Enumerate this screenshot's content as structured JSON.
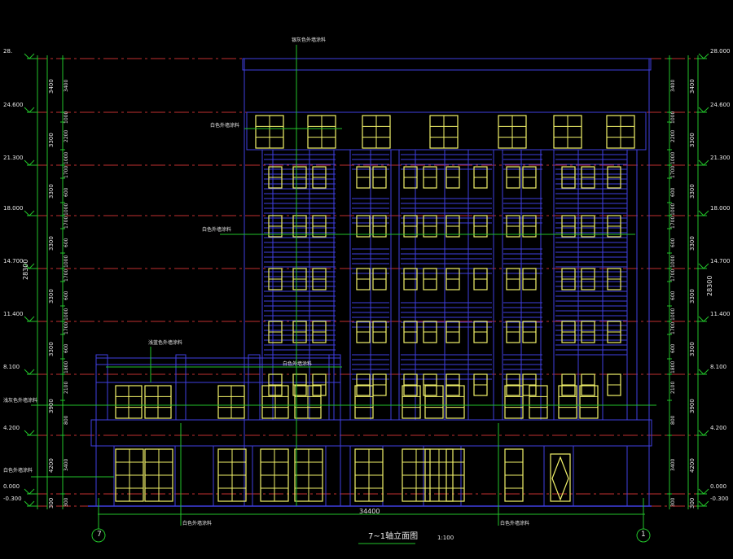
{
  "drawing": {
    "title": "7~1轴立面图",
    "scale": "1:100"
  },
  "elevations_left": [
    "28.",
    "24.600",
    "21.300",
    "18.000",
    "14.700",
    "11.400",
    "8.100",
    "4.200",
    "0.000",
    "-0.300"
  ],
  "elevations_right": [
    "28.000",
    "24.600",
    "21.300",
    "18.000",
    "14.700",
    "11.400",
    "8.100",
    "4.200",
    "0.000",
    "-0.300"
  ],
  "dims_left_inner": [
    "3400",
    "3300",
    "3300",
    "3300",
    "3300",
    "3300",
    "3900",
    "4200",
    "300"
  ],
  "dims_left_fine": [
    "3400",
    "1000",
    "2200",
    "1000",
    "1700",
    "600",
    "1000",
    "1700",
    "600",
    "1000",
    "1700",
    "600",
    "1000",
    "1700",
    "600",
    "1800",
    "2100",
    "800",
    "3400",
    "300"
  ],
  "dims_right_fine": [
    "3400",
    "1000",
    "2200",
    "1000",
    "1700",
    "600",
    "1000",
    "1700",
    "600",
    "1000",
    "1700",
    "600",
    "1000",
    "1700",
    "600",
    "1800",
    "2100",
    "800",
    "3400",
    "300"
  ],
  "dims_right_inner": [
    "3400",
    "3300",
    "3300",
    "3300",
    "3300",
    "3300",
    "3900",
    "4200",
    "300"
  ],
  "total_height_left": "28300",
  "total_height_right": "28300",
  "total_width": "34400",
  "axis_left": "7",
  "axis_right": "1",
  "annotations": {
    "top_paint": "银灰色外墙涂料",
    "upper_paint": "白色外墙涂料",
    "mid_paint": "白色外墙涂料",
    "podium_paint": "浅蓝色外墙涂料",
    "podium_rail": "白色外墙涂料",
    "left_wall_paint": "浅灰色外墙涂料",
    "left_base_paint": "白色外墙涂料",
    "bottom_left_paint": "白色外墙涂料",
    "bottom_right_paint": "白色外墙涂料"
  },
  "colors": {
    "outline": "#3f3fe0",
    "window": "#f2f26a",
    "level_line": "#c03030",
    "dim": "#22c22a",
    "text": "#e8e8e8"
  }
}
